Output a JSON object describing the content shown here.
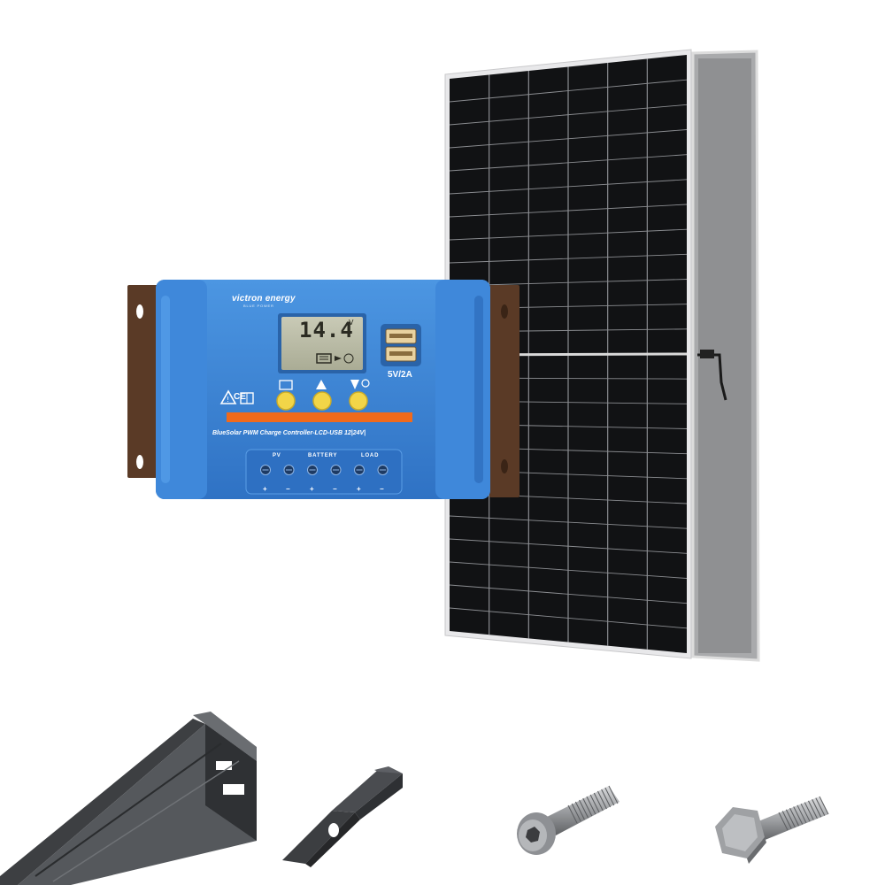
{
  "controller": {
    "brand": "victron energy",
    "brand_tagline": "BLUE POWER",
    "display_value": "14.4",
    "display_unit": "V",
    "usb_label": "5V/2A",
    "certification_mark": "CE",
    "model_label": "BlueSolar PWM Charge Controller-LCD-USB 12|24V|",
    "terminals": [
      "PV",
      "BATTERY",
      "LOAD"
    ],
    "polarities": [
      "+",
      "−",
      "+",
      "−",
      "+",
      "−"
    ],
    "body_color": "#3b86d6",
    "accent_stripe_color": "#f06a1c",
    "button_color": "#f2d548"
  },
  "icons": {
    "controller": "charge-controller-icon",
    "panel": "solar-panel-icon",
    "rail": "mounting-rail-icon",
    "clamp": "end-clamp-icon",
    "bolt_socket": "socket-head-bolt-icon",
    "bolt_hex": "hex-bolt-icon"
  }
}
